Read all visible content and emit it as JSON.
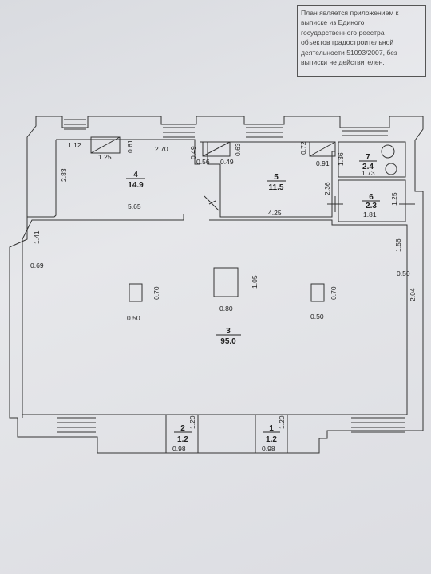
{
  "note": {
    "lines": [
      "План является приложением к",
      "выписке из Единого",
      "государственного реестра",
      "объектов градостроительной",
      "деятельности   51093/2007, без",
      "выписки не действителен."
    ]
  },
  "rooms": [
    {
      "num": "1",
      "area": "1.2"
    },
    {
      "num": "2",
      "area": "1.2"
    },
    {
      "num": "3",
      "area": "95.0"
    },
    {
      "num": "4",
      "area": "14.9"
    },
    {
      "num": "5",
      "area": "11.5"
    },
    {
      "num": "6",
      "area": "2.3"
    },
    {
      "num": "7",
      "area": "2.4"
    }
  ],
  "dims": {
    "d_1_12": "1.12",
    "d_1_25": "1.25",
    "d_0_61": "0.61",
    "d_2_70": "2.70",
    "d_0_49a": "0.49",
    "d_0_56": "0.56",
    "d_0_49b": "0.49",
    "d_0_63": "0.63",
    "d_0_72": "0.72",
    "d_0_91": "0.91",
    "d_1_36": "1.36",
    "d_1_73": "1.73",
    "d_2_83": "2.83",
    "d_5_65": "5.65",
    "d_2_36": "2.36",
    "d_4_25": "4.25",
    "d_1_25b": "1.25",
    "d_1_81": "1.81",
    "d_1_41": "1.41",
    "d_1_56": "1.56",
    "d_0_69": "0.69",
    "d_0_50a": "0.50",
    "d_0_70a": "0.70",
    "d_1_05": "1.05",
    "d_0_80": "0.80",
    "d_0_70b": "0.70",
    "d_0_50b": "0.50",
    "d_0_50c": "0.50",
    "d_2_04": "2.04",
    "d_1_20a": "1.20",
    "d_0_98a": "0.98",
    "d_1_20b": "1.20",
    "d_0_98b": "0.98"
  }
}
